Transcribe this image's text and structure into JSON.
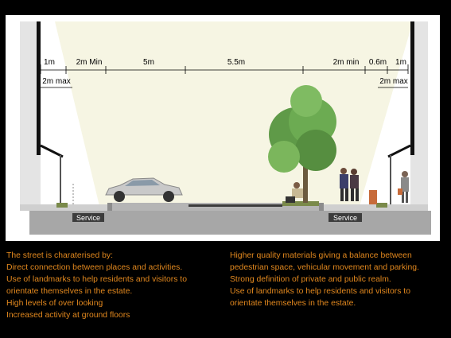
{
  "diagram": {
    "dimension_labels_top": [
      "1m",
      "2m Min",
      "5m",
      "5.5m",
      "2m min",
      "0.6m",
      "1m"
    ],
    "dimension_labels_lower": [
      "2m max",
      "2m max"
    ],
    "service_labels": [
      "Service",
      "Service"
    ],
    "colors": {
      "background": "#000000",
      "panel": "#ffffff",
      "light_cone": "#f6f5e3",
      "building": "#e4e4e4",
      "ground": "#a7a7a7",
      "road": "#3c3c3c",
      "caption_text": "#e2881e"
    }
  },
  "captions": {
    "left": [
      "The street is charaterised by:",
      "Direct connection between places and activities.",
      "Use of landmarks to help residents and visitors to",
      "orientate themselves in the estate.",
      "High levels of over looking",
      "Increased activity at ground floors"
    ],
    "right": [
      "Higher quality materials giving a balance between",
      "pedestrian space, vehicular movement and parking.",
      "Strong definition of private and public realm.",
      "Use of landmarks to help residents and visitors to",
      "orientate themselves in the estate."
    ]
  }
}
